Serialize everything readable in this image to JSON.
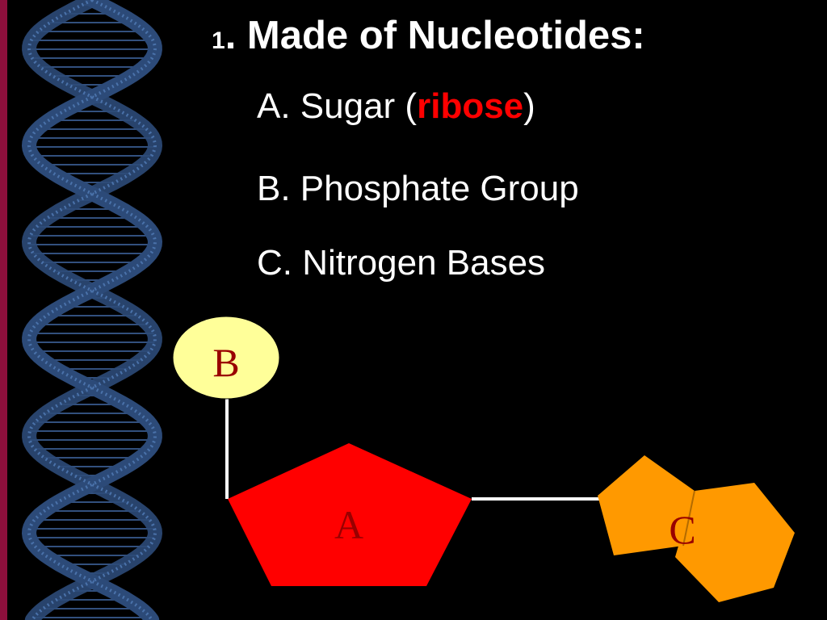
{
  "title": {
    "number": "1",
    "text": ".  Made of Nucleotides:"
  },
  "items": [
    {
      "prefix": "A.  Sugar (",
      "highlight": "ribose",
      "suffix": ")"
    },
    {
      "text": "B.  Phosphate Group"
    },
    {
      "text": "C.  Nitrogen Bases"
    }
  ],
  "diagram": {
    "phosphate_label": "B",
    "sugar_label": "A",
    "base_label": "C"
  },
  "colors": {
    "background": "#000000",
    "accent_bar": "#8c0f3c",
    "helix": "#2c4a78",
    "text": "#ffffff",
    "highlight": "#ff0000",
    "phosphate": "#ffff99",
    "sugar": "#ff0000",
    "base": "#ff9900",
    "label": "#990000",
    "connector": "#ffffff"
  }
}
